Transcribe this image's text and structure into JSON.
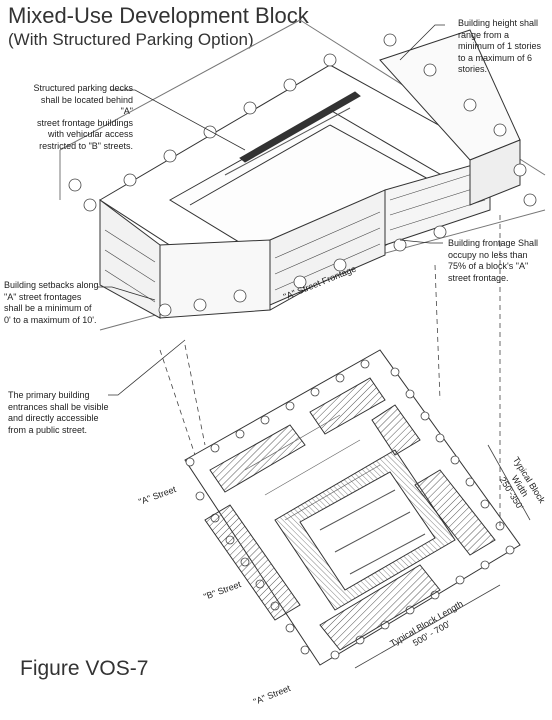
{
  "title": "Mixed-Use Development Block",
  "subtitle": "(With Structured Parking Option)",
  "callouts": {
    "parking": [
      "Structured parking decks",
      "shall be located behind \"A\"",
      "street frontage buildings",
      "with vehicular access",
      "restricted to \"B\" streets."
    ],
    "height": [
      "Building height shall",
      "range from a",
      "minimum of 1 stories",
      "to a maximum of 6",
      "stories."
    ],
    "frontage": [
      "Building frontage Shall",
      "occupy no less than",
      "75% of a block's \"A\"",
      "street frontage."
    ],
    "setbacks": [
      "Building setbacks along",
      "\"A\" street frontages",
      "shall be a minimum of",
      "0' to a maximum of 10'."
    ],
    "entrances": [
      "The primary building",
      "entrances shall be visible",
      "and directly accessible",
      "from a public street."
    ]
  },
  "plan_labels": {
    "a_street_frontage": "\"A\" Street Frontage",
    "a_street_left": "\"A\" Street",
    "b_street": "\"B\" Street",
    "a_street_bottom": "\"A\" Street",
    "block_width": [
      "Typical Block",
      "Width",
      "250'-350'"
    ],
    "block_length": [
      "Typical Block Length",
      "500' - 700'"
    ]
  },
  "figure_label": "Figure VOS-7"
}
